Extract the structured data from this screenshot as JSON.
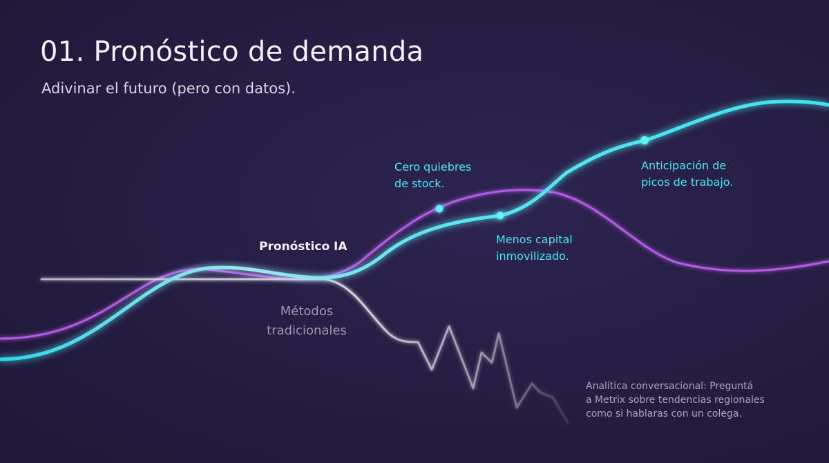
{
  "header": {
    "title": "01. Pronóstico de demanda",
    "subtitle": "Adivinar el futuro (pero con datos)."
  },
  "series": {
    "ai_label": "Pronóstico IA",
    "traditional_label": "Métodos tradicionales"
  },
  "annotations": {
    "stock": [
      "Cero quiebres",
      "de stock."
    ],
    "capital": [
      "Menos capital",
      "inmovilizado."
    ],
    "peaks": [
      "Anticipación de",
      "picos de trabajo."
    ]
  },
  "note": {
    "lines": [
      "Analítica conversacional: Preguntá",
      "a Metrix sobre tendencias regionales",
      "como si hablaras con un colega."
    ]
  },
  "colors": {
    "background": "#251d42",
    "ai_line": "#3fe3ef",
    "demand_line": "#b45ce6",
    "traditional_line": "#d8d6e0",
    "annotation_text": "#49e6f2"
  }
}
